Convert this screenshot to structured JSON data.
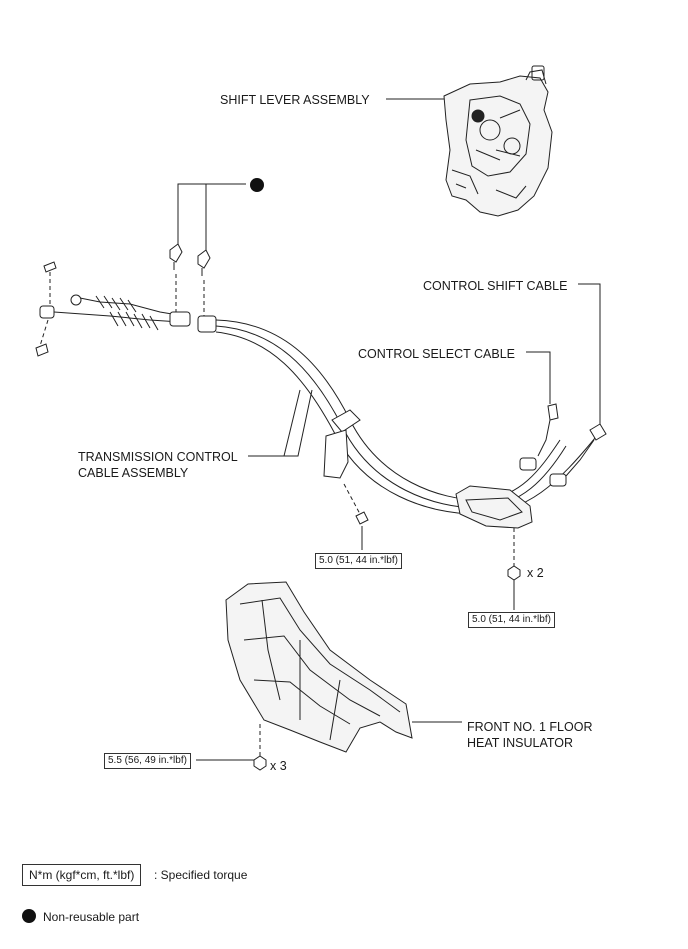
{
  "labels": {
    "shift_lever": "SHIFT LEVER ASSEMBLY",
    "control_shift_cable": "CONTROL SHIFT CABLE",
    "control_select_cable": "CONTROL SELECT CABLE",
    "transmission_cable_line1": "TRANSMISSION CONTROL",
    "transmission_cable_line2": "CABLE ASSEMBLY",
    "heat_insulator_line1": "FRONT NO. 1 FLOOR",
    "heat_insulator_line2": "HEAT INSULATOR"
  },
  "torques": {
    "bolt_center": "5.0 (51, 44 in.*lbf)",
    "nut_right": "5.0 (51, 44 in.*lbf)",
    "nut_insulator": "5.5 (56, 49 in.*lbf)"
  },
  "quantities": {
    "nut_right": "x 2",
    "nut_insulator": "x 3"
  },
  "legend": {
    "torque_box": "N*m (kgf*cm, ft.*lbf)",
    "torque_text": ": Specified torque",
    "nonreusable_text": "Non-reusable part"
  }
}
